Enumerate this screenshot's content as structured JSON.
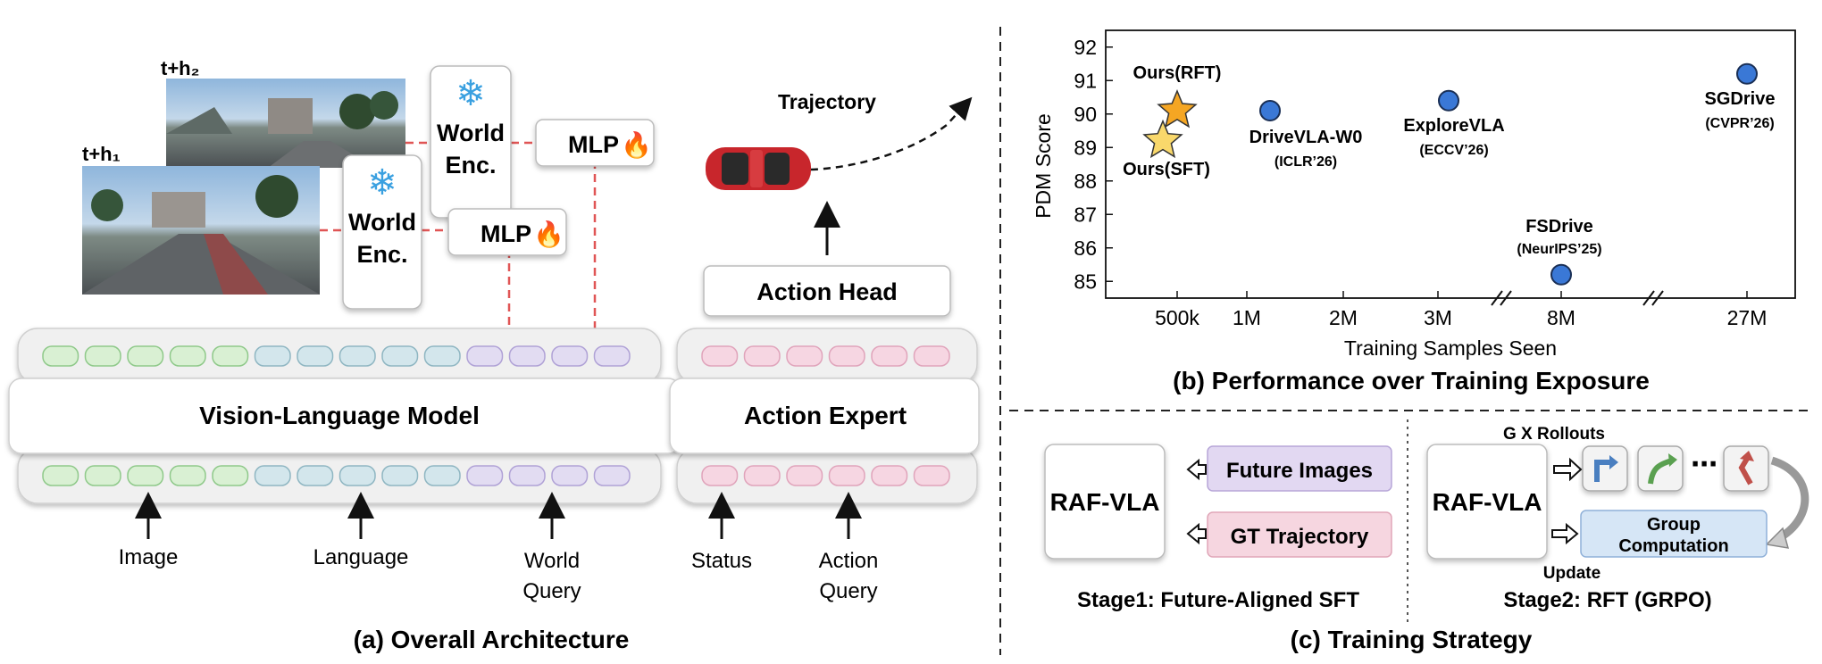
{
  "panel_a": {
    "frame_label_far": "t+h₂",
    "frame_label_near": "t+h₁",
    "world_enc_1": "World",
    "world_enc_2": "Enc.",
    "mlp_label": "MLP",
    "vlm_label": "Vision-Language Model",
    "action_expert_label": "Action Expert",
    "action_head_label": "Action Head",
    "trajectory_label": "Trajectory",
    "input_image": "Image",
    "input_language": "Language",
    "input_world_1": "World",
    "input_world_2": "Query",
    "input_status": "Status",
    "input_action_1": "Action",
    "input_action_2": "Query",
    "caption": "(a) Overall Architecture",
    "token_colors": {
      "image": "#d9f0d3",
      "language": "#d3e6ec",
      "world": "#e2dcf2",
      "action": "#f6d6e2"
    }
  },
  "panel_b": {
    "caption": "(b) Performance over Training Exposure"
  },
  "panel_c": {
    "raf_vla": "RAF-VLA",
    "future_images": "Future Images",
    "gt_trajectory": "GT Trajectory",
    "stage1": "Stage1: Future-Aligned SFT",
    "rollouts": "G X Rollouts",
    "group_1": "Group",
    "group_2": "Computation",
    "update": "Update",
    "stage2": "Stage2: RFT (GRPO)",
    "caption": "(c) Training Strategy"
  },
  "chart_data": {
    "type": "scatter",
    "title": "",
    "xlabel": "Training Samples Seen",
    "ylabel": "PDM Score",
    "ylim": [
      84.5,
      92.5
    ],
    "yticks": [
      85,
      86,
      87,
      88,
      89,
      90,
      91,
      92
    ],
    "xticks": [
      "500k",
      "1M",
      "2M",
      "3M",
      "8M",
      "27M"
    ],
    "x_axis_broken": true,
    "grid": false,
    "points": [
      {
        "label": "Ours(RFT)",
        "x": "500k",
        "y": 90.1,
        "marker": "star",
        "color": "#f5a623"
      },
      {
        "label": "Ours(SFT)",
        "x": "500k",
        "y": 89.2,
        "marker": "star",
        "color": "#f9d86b"
      },
      {
        "label": "DriveVLA-W0",
        "sub": "(ICLR’26)",
        "x": "1.2M",
        "y": 90.1,
        "marker": "circle",
        "color": "#3a78d6"
      },
      {
        "label": "ExploreVLA",
        "sub": "(ECCV’26)",
        "x": "3.1M",
        "y": 90.4,
        "marker": "circle",
        "color": "#3a78d6"
      },
      {
        "label": "FSDrive",
        "sub": "(NeurIPS’25)",
        "x": "8M",
        "y": 85.2,
        "marker": "circle",
        "color": "#3a78d6"
      },
      {
        "label": "SGDrive",
        "sub": "(CVPR’26)",
        "x": "27M",
        "y": 91.2,
        "marker": "circle",
        "color": "#3a78d6"
      }
    ]
  }
}
